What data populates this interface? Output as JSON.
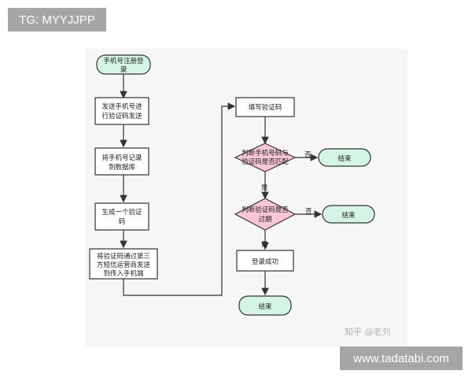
{
  "watermark_top": "TG: MYYJJPP",
  "watermark_site": "www.tadatabi.com",
  "watermark_zhihu": "知乎 @老刘",
  "colors": {
    "terminal_fill": "#d4f5e6",
    "decision_fill": "#f9c6d8",
    "process_fill": "#ffffff",
    "stroke": "#333333"
  },
  "flowchart": {
    "start": [
      "手机号注册登",
      "录"
    ],
    "step_send": [
      "发送手机号进",
      "行验证码发送"
    ],
    "step_record": [
      "将手机号记录",
      "到数据库"
    ],
    "step_generate": [
      "生成一个验证",
      "码"
    ],
    "step_dispatch": [
      "将验证码通过第三",
      "方短信运营商发送",
      "到传入手机端"
    ],
    "step_fill": [
      "填写验证码"
    ],
    "decision_match": [
      "判断手机号码与",
      "验证码是否匹配"
    ],
    "decision_expire": [
      "判断验证码是否",
      "过期"
    ],
    "step_success": [
      "登录成功"
    ],
    "end_no_match": [
      "结束"
    ],
    "end_expired": [
      "结束"
    ],
    "end_final": [
      "结束"
    ],
    "label_no_1": "否",
    "label_yes_1": "是",
    "label_no_2": "否",
    "label_yes_2": "是"
  }
}
